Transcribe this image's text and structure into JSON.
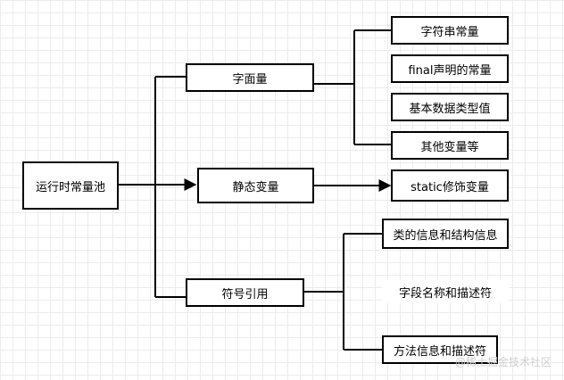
{
  "nodes": {
    "root": "运行时常量池",
    "literal": "字面量",
    "static_var": "静态变量",
    "symbol_ref": "符号引用",
    "string_const": "字符串常量",
    "final_const": "final声明的常量",
    "primitive_values": "基本数据类型值",
    "other_vars": "其他变量等",
    "static_modified": "static修饰变量",
    "class_info": "类的信息和结构信息",
    "field_info": "字段名称和描述符",
    "method_info": "方法信息和描述符"
  },
  "watermark": "@稀土掘金技术社区"
}
